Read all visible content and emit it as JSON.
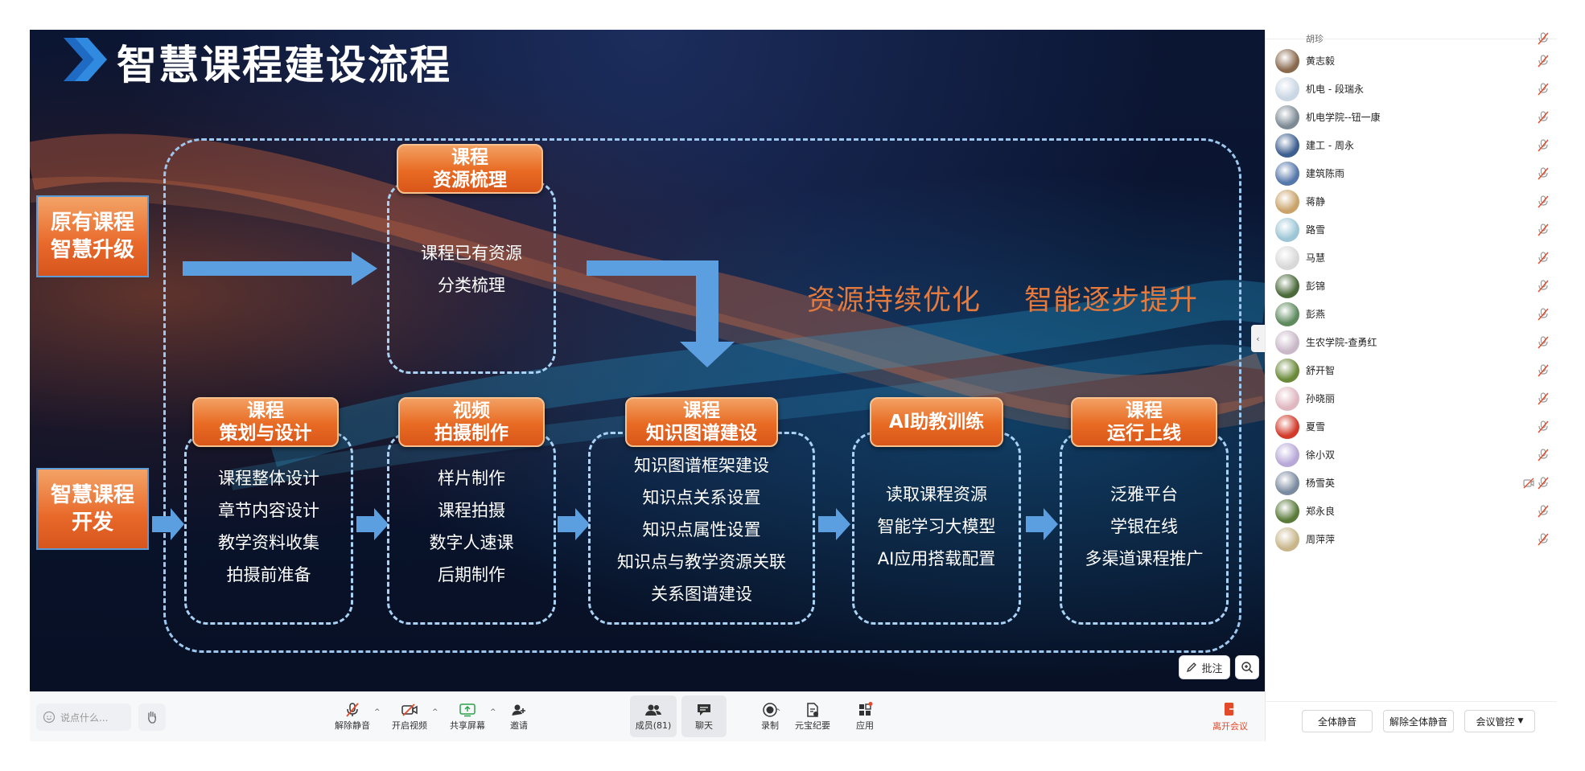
{
  "slide": {
    "title": "智慧课程建设流程",
    "left_labels": [
      {
        "line1": "原有课程",
        "line2": "智慧升级"
      },
      {
        "line1": "智慧课程",
        "line2": "开发"
      }
    ],
    "slogan1": "资源持续优化",
    "slogan2": "智能逐步提升",
    "resource": {
      "header1": "课程",
      "header2": "资源梳理",
      "items": [
        "课程已有资源",
        "分类梳理"
      ]
    },
    "steps": [
      {
        "header1": "课程",
        "header2": "策划与设计",
        "items": [
          "课程整体设计",
          "章节内容设计",
          "教学资料收集",
          "拍摄前准备"
        ]
      },
      {
        "header1": "视频",
        "header2": "拍摄制作",
        "items": [
          "样片制作",
          "课程拍摄",
          "数字人速课",
          "后期制作"
        ]
      },
      {
        "header1": "课程",
        "header2": "知识图谱建设",
        "items": [
          "知识图谱框架建设",
          "知识点关系设置",
          "知识点属性设置",
          "知识点与教学资源关联",
          "关系图谱建设"
        ]
      },
      {
        "header1": "AI助教训练",
        "header2": "",
        "items": [
          "读取课程资源",
          "智能学习大模型",
          "AI应用搭载配置"
        ]
      },
      {
        "header1": "课程",
        "header2": "运行上线",
        "items": [
          "泛雅平台",
          "学银在线",
          "多渠道课程推广"
        ]
      }
    ],
    "annotate_label": "批注"
  },
  "toolbar": {
    "chat_placeholder": "说点什么...",
    "buttons": {
      "unmute": "解除静音",
      "video": "开启视频",
      "share": "共享屏幕",
      "invite": "邀请",
      "members": "成员(81)",
      "chat": "聊天",
      "record": "录制",
      "summary": "元宝纪要",
      "apps": "应用",
      "leave": "离开会议"
    }
  },
  "panel": {
    "partial_name": "胡珍",
    "members": [
      {
        "name": "黄志毅",
        "color": "#8a6a4e"
      },
      {
        "name": "机电 - 段瑞永",
        "color": "#c9d6e3"
      },
      {
        "name": "机电学院--钮一康",
        "color": "#7d8a95"
      },
      {
        "name": "建工 - 周永",
        "color": "#3d5f8f"
      },
      {
        "name": "建筑陈雨",
        "color": "#5577aa"
      },
      {
        "name": "蒋静",
        "color": "#c9a36a"
      },
      {
        "name": "路雪",
        "color": "#9cc6d6"
      },
      {
        "name": "马慧",
        "color": "#d8d8d8"
      },
      {
        "name": "彭锦",
        "color": "#4a6a3a"
      },
      {
        "name": "彭燕",
        "color": "#5e8a5e"
      },
      {
        "name": "生农学院-查勇红",
        "color": "#c9b8c8"
      },
      {
        "name": "舒开智",
        "color": "#6a8a3a"
      },
      {
        "name": "孙晓丽",
        "color": "#e0b7c0"
      },
      {
        "name": "夏雪",
        "color": "#d23a2a"
      },
      {
        "name": "徐小双",
        "color": "#b7a8d8"
      },
      {
        "name": "杨雪英",
        "color": "#7a8aa0"
      },
      {
        "name": "郑永良",
        "color": "#5a7a3a"
      },
      {
        "name": "周萍萍",
        "color": "#c8b68a"
      }
    ],
    "footer": {
      "mute_all": "全体静音",
      "unmute_all": "解除全体静音",
      "control": "会议管控"
    }
  }
}
